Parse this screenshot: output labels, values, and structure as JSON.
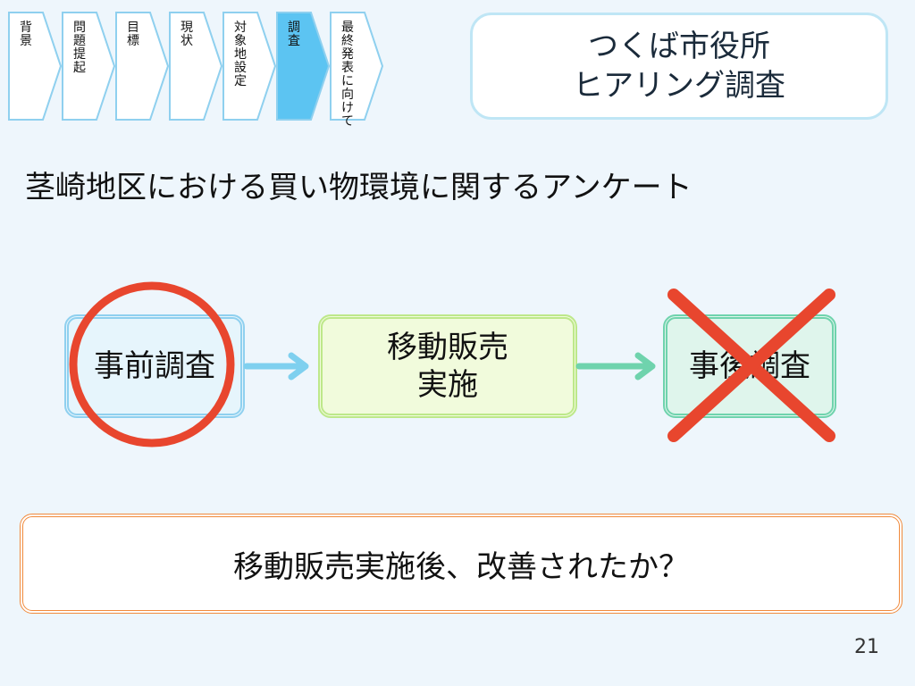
{
  "nav": {
    "steps": [
      {
        "label": "背\n景",
        "active": false
      },
      {
        "label": "問\n題\n提\n起",
        "active": false
      },
      {
        "label": "目\n標",
        "active": false
      },
      {
        "label": "現\n状",
        "active": false
      },
      {
        "label": "対\n象\n地\n設\n定",
        "active": false
      },
      {
        "label": "調\n査",
        "active": true
      },
      {
        "label": "最\n終\n発\n表\nに\n向\nけ\nて",
        "active": false
      }
    ]
  },
  "title": "つくば市役所\nヒアリング調査",
  "heading": "茎崎地区における買い物環境に関するアンケート",
  "flow": {
    "pre": "事前調査",
    "middle": "移動販売\n実施",
    "post": "事後調査"
  },
  "marks": {
    "pre_mark": "circle",
    "post_mark": "cross",
    "mark_color": "#e8462e"
  },
  "question": "移動販売実施後、改善されたか？",
  "page_number": "21",
  "colors": {
    "active_step": "#5cc4f2",
    "inactive_step": "#ffffff",
    "step_border": "#8fd0ef",
    "arrow_1": "#7fd0ef",
    "arrow_2": "#6fd3ad",
    "question_border": "#f08a3c"
  }
}
